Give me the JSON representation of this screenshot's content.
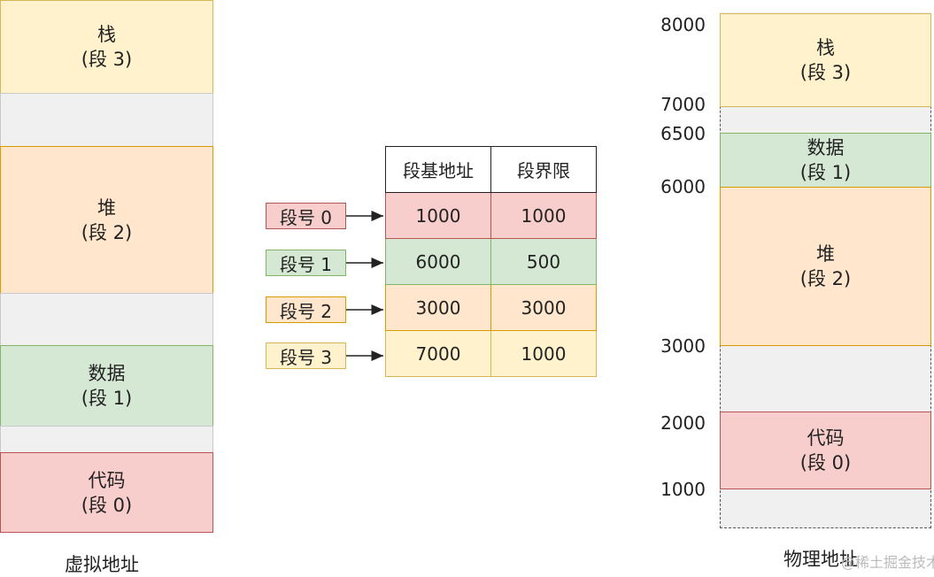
{
  "virtual": {
    "caption": "虚拟地址",
    "stack": {
      "name": "栈",
      "seg": "(段 3)"
    },
    "heap": {
      "name": "堆",
      "seg": "(段 2)"
    },
    "data": {
      "name": "数据",
      "seg": "(段 1)"
    },
    "code": {
      "name": "代码",
      "seg": "(段 0)"
    }
  },
  "table": {
    "headers": [
      "段基地址",
      "段界限"
    ],
    "rows": [
      {
        "label": "段号 0",
        "base": "1000",
        "limit": "1000"
      },
      {
        "label": "段号 1",
        "base": "6000",
        "limit": "500"
      },
      {
        "label": "段号 2",
        "base": "3000",
        "limit": "3000"
      },
      {
        "label": "段号 3",
        "base": "7000",
        "limit": "1000"
      }
    ]
  },
  "physical": {
    "caption": "物理地址",
    "stack": {
      "name": "栈",
      "seg": "(段 3)"
    },
    "data": {
      "name": "数据",
      "seg": "(段 1)"
    },
    "heap": {
      "name": "堆",
      "seg": "(段 2)"
    },
    "code": {
      "name": "代码",
      "seg": "(段 0)"
    },
    "addresses": [
      "8000",
      "7000",
      "6500",
      "6000",
      "3000",
      "2000",
      "1000"
    ]
  },
  "watermark": "@稀土掘金技术社区"
}
